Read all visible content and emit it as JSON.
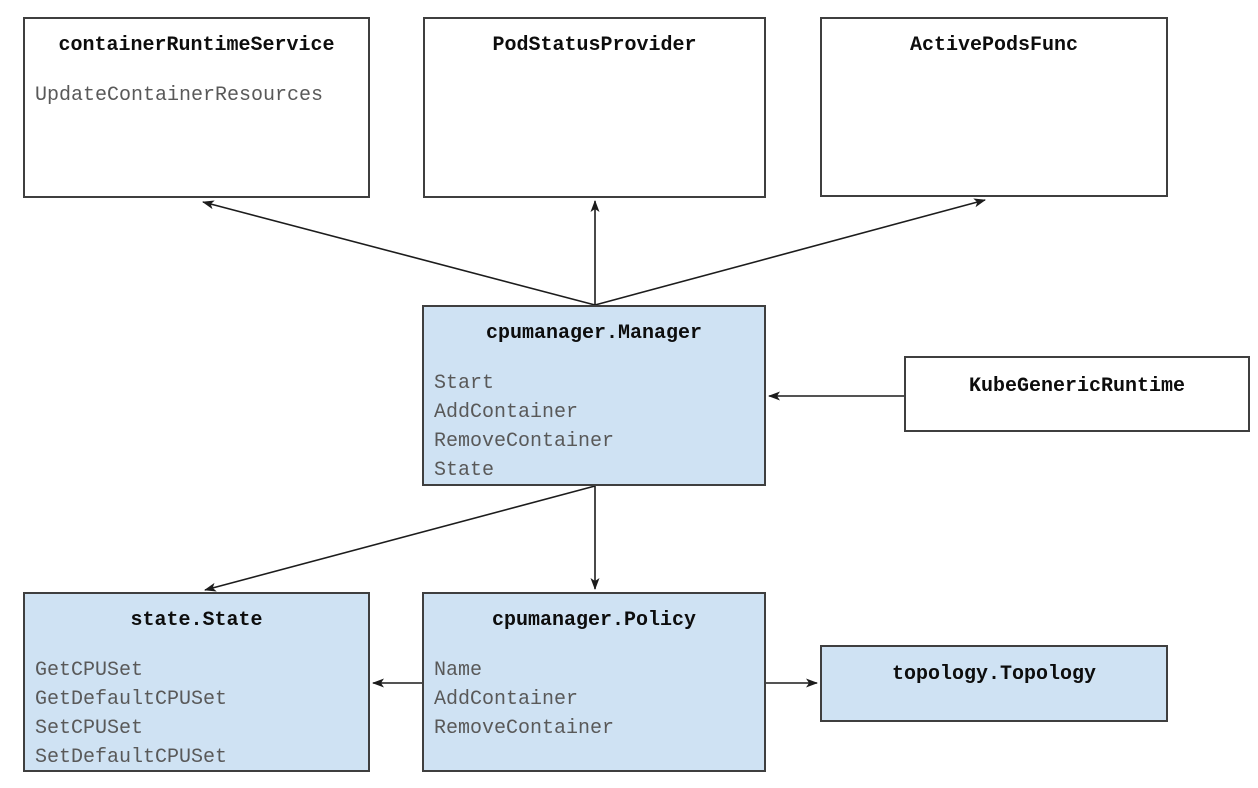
{
  "diagram": {
    "boxes": [
      {
        "title": "containerRuntimeService",
        "methods": [
          "UpdateContainerResources"
        ],
        "highlighted": false
      },
      {
        "title": "PodStatusProvider",
        "methods": [],
        "highlighted": false
      },
      {
        "title": "ActivePodsFunc",
        "methods": [],
        "highlighted": false
      },
      {
        "title": "cpumanager.Manager",
        "methods": [
          "Start",
          "AddContainer",
          "RemoveContainer",
          "State"
        ],
        "highlighted": true
      },
      {
        "title": "KubeGenericRuntime",
        "methods": [],
        "highlighted": false
      },
      {
        "title": "state.State",
        "methods": [
          "GetCPUSet",
          "GetDefaultCPUSet",
          "SetCPUSet",
          "SetDefaultCPUSet"
        ],
        "highlighted": true
      },
      {
        "title": "cpumanager.Policy",
        "methods": [
          "Name",
          "AddContainer",
          "RemoveContainer"
        ],
        "highlighted": true
      },
      {
        "title": "topology.Topology",
        "methods": [],
        "highlighted": true
      }
    ],
    "relations": [
      "cpumanager.Manager -> containerRuntimeService",
      "cpumanager.Manager -> PodStatusProvider",
      "cpumanager.Manager -> ActivePodsFunc",
      "KubeGenericRuntime -> cpumanager.Manager",
      "cpumanager.Manager -> state.State",
      "cpumanager.Manager -> cpumanager.Policy",
      "cpumanager.Policy -> state.State",
      "cpumanager.Policy -> topology.Topology"
    ],
    "colors": {
      "highlight_fill": "#cfe2f3",
      "box_fill": "#ffffff",
      "border": "#3f3f3f",
      "title_text": "#0d0d0d",
      "method_text": "#595959",
      "arrow": "#1c1c1c",
      "canvas_bg": "#ffffff"
    }
  }
}
